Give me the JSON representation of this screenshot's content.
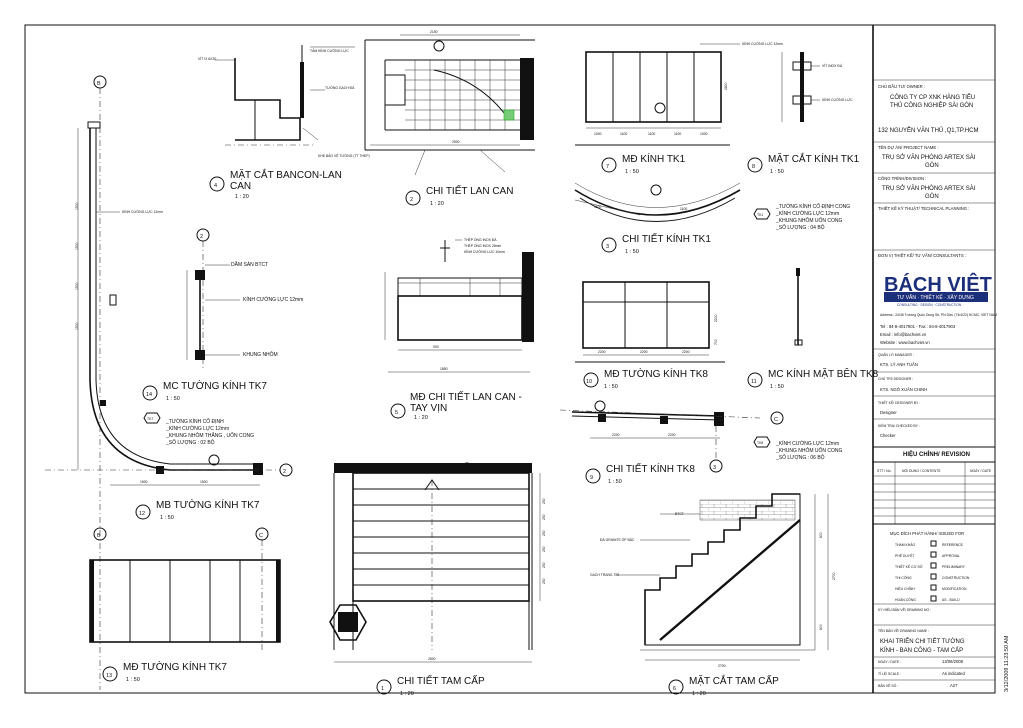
{
  "sheet_id": "3/12/2009 11:23:50 AM",
  "title_block": {
    "owner_label": "CHỦ ĐẦU TƯ/ OWNER :",
    "owner_name_1": "CÔNG TY CP XNK HÀNG TIỂU",
    "owner_name_2": "THỦ CÔNG NGHIỆP SÀI GÒN",
    "owner_address": "132 NGUYỄN VĂN THỦ ,Q1,TP.HCM",
    "project_label": "TÊN DỰ ÁN/ PROJECT NAME :",
    "project_name_1": "TRỤ SỞ VĂN PHÒNG ARTEX SÀI",
    "project_name_2": "GÒN",
    "division_label": "CÔNG TRÌNH/DIVISION :",
    "division_name_1": "TRỤ SỞ VĂN PHÒNG ARTEX SÀI",
    "division_name_2": "GÒN",
    "planning_label": "THIẾT KẾ KỸ THUẬT/ TECHNICAL PLANNING :",
    "consultant_label": "ĐƠN VỊ THIẾT KẾ/ TƯ VẤN/ CONSULTANTS :",
    "logo_text": "BÁCH VIỆT",
    "logo_sub": "TƯ VẤN · THIẾT KẾ · XÂY DỰNG",
    "logo_sub2": "CONSULTING · DESIGN · CONSTRUCTION",
    "address": "Address : 24/36  Trương Quốc Dung Str, PN Dist, (74/4/22)        HCMC, VIET NAM",
    "tel": "Tel : 84-8-4017901 - Fax : 84-8-4017903",
    "email": "Email : info@bachviet.vn",
    "website": "Website : www.bachviet.vn",
    "manager_label": "QUẢN LÝ/ MANAGER :",
    "manager_name": "KTS. LÝ ANH TUẤN",
    "chief_label": "CHỦ TRÌ/ DESIGNER :",
    "chief_name": "KTS. NGÔ XUÂN CHINH",
    "designer_label": "THIẾT KẾ/ DESIGNER BY :",
    "designer_value": "Designer",
    "checker_label": "KIỂM TRA/ CHECKED BY :",
    "checker_value": "Checker",
    "revision_header": "HIỆU CHỈNH/ REVISION",
    "revision_cols": [
      "STT / No.",
      "NỘI DUNG / CONTENTS",
      "NGÀY / DATE"
    ],
    "issue_header": "MỤC ĐÍCH PHÁT HÀNH/ ISSUED FOR",
    "issue_items": [
      {
        "vn": "THAM KHẢO",
        "en": "REFERENCE"
      },
      {
        "vn": "PHÊ DUYỆT",
        "en": "APPROVAL"
      },
      {
        "vn": "THIẾT KẾ CƠ SỞ",
        "en": "PRELIMINARY"
      },
      {
        "vn": "THI CÔNG",
        "en": "CONSTRUCTION"
      },
      {
        "vn": "HIỆU CHỈNH",
        "en": "MODIFICATION"
      },
      {
        "vn": "HOÀN CÔNG",
        "en": "AS - BUILD"
      }
    ],
    "drawing_no_label": "KÝ HIỆU BẢN VẼ/ DRAWING NO :",
    "drawing_name_label": "TÊN BẢN VẼ/ DRAWING NAME :",
    "drawing_name_1": "KHAI TRIỂN CHI TIẾT TƯỜNG",
    "drawing_name_2": "KÍNH - BAN CÔNG - TAM CẤP",
    "date_label": "NGÀY / DATE :",
    "date_value": "13/06/2008",
    "scale_label": "TỈ LỆ/ SCALE :",
    "scale_value": "As indicated",
    "sheet_label": "BẢN VẼ SỐ :",
    "sheet_value": "A27"
  },
  "views": [
    {
      "id": "4",
      "title": "MẶT CẮT BANCON-LAN CAN",
      "title_a": "MẶT CẮT BANCON-LAN",
      "title_b": "CAN",
      "scale": "1 : 20"
    },
    {
      "id": "2",
      "title": "CHI TIẾT LAN CAN",
      "scale": "1 : 20"
    },
    {
      "id": "7",
      "title": "MĐ KÍNH TK1",
      "scale": "1 : 50"
    },
    {
      "id": "8",
      "title": "MẶT CẮT KÍNH TK1",
      "scale": "1 : 50"
    },
    {
      "id": "3",
      "title": "CHI TIẾT KÍNH TK1",
      "scale": "1 : 50"
    },
    {
      "id": "14",
      "title": "MC TƯỜNG KÍNH TK7",
      "scale": "1 : 50"
    },
    {
      "id": "5",
      "title": "MĐ CHI TIẾT LAN CAN - TAY VỊN",
      "title_a": "MĐ CHI TIẾT LAN CAN -",
      "title_b": "TAY VỊN",
      "scale": "1 : 20"
    },
    {
      "id": "10",
      "title": "MĐ TƯỜNG KÍNH TK8",
      "scale": "1 : 50"
    },
    {
      "id": "11",
      "title": "MC KÍNH MẶT BÊN TK8",
      "scale": "1 : 50"
    },
    {
      "id": "9",
      "title": "CHI TIẾT KÍNH TK8",
      "scale": "1 : 50"
    },
    {
      "id": "12",
      "title": "MB TƯỜNG KÍNH TK7",
      "scale": "1 : 50"
    },
    {
      "id": "13",
      "title": "MĐ TƯỜNG KÍNH TK7",
      "scale": "1 : 50"
    },
    {
      "id": "1",
      "title": "CHI TIẾT TAM CẤP",
      "scale": "1 : 20"
    },
    {
      "id": "6",
      "title": "MẶT CẮT TAM CẤP",
      "scale": "1 : 20"
    }
  ],
  "notes": {
    "tk1": [
      "_TƯỜNG KÍNH CỐ ĐỊNH CONG",
      "_KÍNH CƯỜNG LỰC 12mm",
      "_KHUNG NHÔM UỐN CONG",
      "_SỐ LƯỢNG : 04 BỘ"
    ],
    "tk7": [
      "_TƯỜNG KÍNH CỐ ĐỊNH",
      "_KÍNH CƯỜNG LỰC 12mm",
      "_KHUNG NHÔM THẲNG , UỐN CONG",
      "_SỐ LƯỢNG : 02 BỘ"
    ],
    "tk8": [
      "_KÍNH CƯỜNG LỰC 12mm",
      "_KHUNG NHÔM UỐN CONG",
      "_SỐ LƯỢNG : 06 BỘ"
    ],
    "tag_tk1": "TK1",
    "tag_tk7": "TK7",
    "tag_tk8": "TK8"
  },
  "labels": {
    "kinh_cuong_luc": "KÍNH CƯỜNG LỰC 12mm",
    "dam_san": "DẦM SÀN BTCT",
    "kinh_cuong_luc_14": "KÍNH CƯỜNG LỰC 12mm",
    "khung_nhom": "KHUNG NHÔM",
    "grid_b": "B",
    "grid_c": "C",
    "grid_2": "2",
    "grid_3": "3"
  },
  "dims": {
    "d_1000": "1000",
    "d_1100": "1100",
    "d_2500": "2500",
    "d_2150": "2150",
    "d_1500": "1500",
    "d_2800": "2800",
    "d_2200": "2200",
    "d_700": "700",
    "d_1200": "1200",
    "d_1750": "1750",
    "d_2700": "2700",
    "d_800": "800",
    "d_250": "250",
    "d_300": "300",
    "d_900": "900",
    "d_3000": "3000",
    "d_1850": "1850"
  }
}
